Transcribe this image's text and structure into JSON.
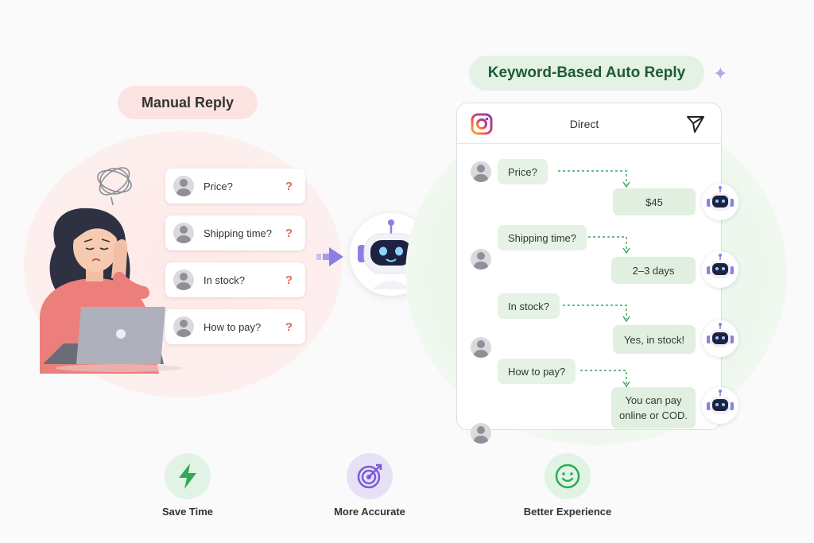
{
  "left": {
    "title": "Manual Reply",
    "questions": [
      {
        "text": "Price?",
        "mark": "?"
      },
      {
        "text": "Shipping time?",
        "mark": "?"
      },
      {
        "text": "In stock?",
        "mark": "?"
      },
      {
        "text": "How to pay?",
        "mark": "?"
      }
    ]
  },
  "right": {
    "title": "Keyword-Based Auto Reply",
    "app_header": {
      "title": "Direct",
      "app_icon": "instagram-icon",
      "action_icon": "send-icon"
    },
    "conversation": [
      {
        "question": "Price?",
        "answer": "$45"
      },
      {
        "question": "Shipping time?",
        "answer": "2–3 days"
      },
      {
        "question": "In stock?",
        "answer": "Yes, in stock!"
      },
      {
        "question": "How to pay?",
        "answer_line1": "You can pay",
        "answer_line2": "online or COD."
      }
    ]
  },
  "features": [
    {
      "label": "Save Time",
      "icon": "lightning-icon",
      "color": "#2eaa55",
      "bg": "#e1f3e4"
    },
    {
      "label": "More Accurate",
      "icon": "target-icon",
      "color": "#7b5bd6",
      "bg": "#e7e1f6"
    },
    {
      "label": "Better Experience",
      "icon": "smiley-icon",
      "color": "#2eaa55",
      "bg": "#e1f3e4"
    }
  ],
  "colors": {
    "manual_pill": "#fbe3e1",
    "auto_pill": "#e3f2e4",
    "question_mark": "#e2665e",
    "robot_accent": "#8b7fe6",
    "connector": "#3aa35e"
  }
}
